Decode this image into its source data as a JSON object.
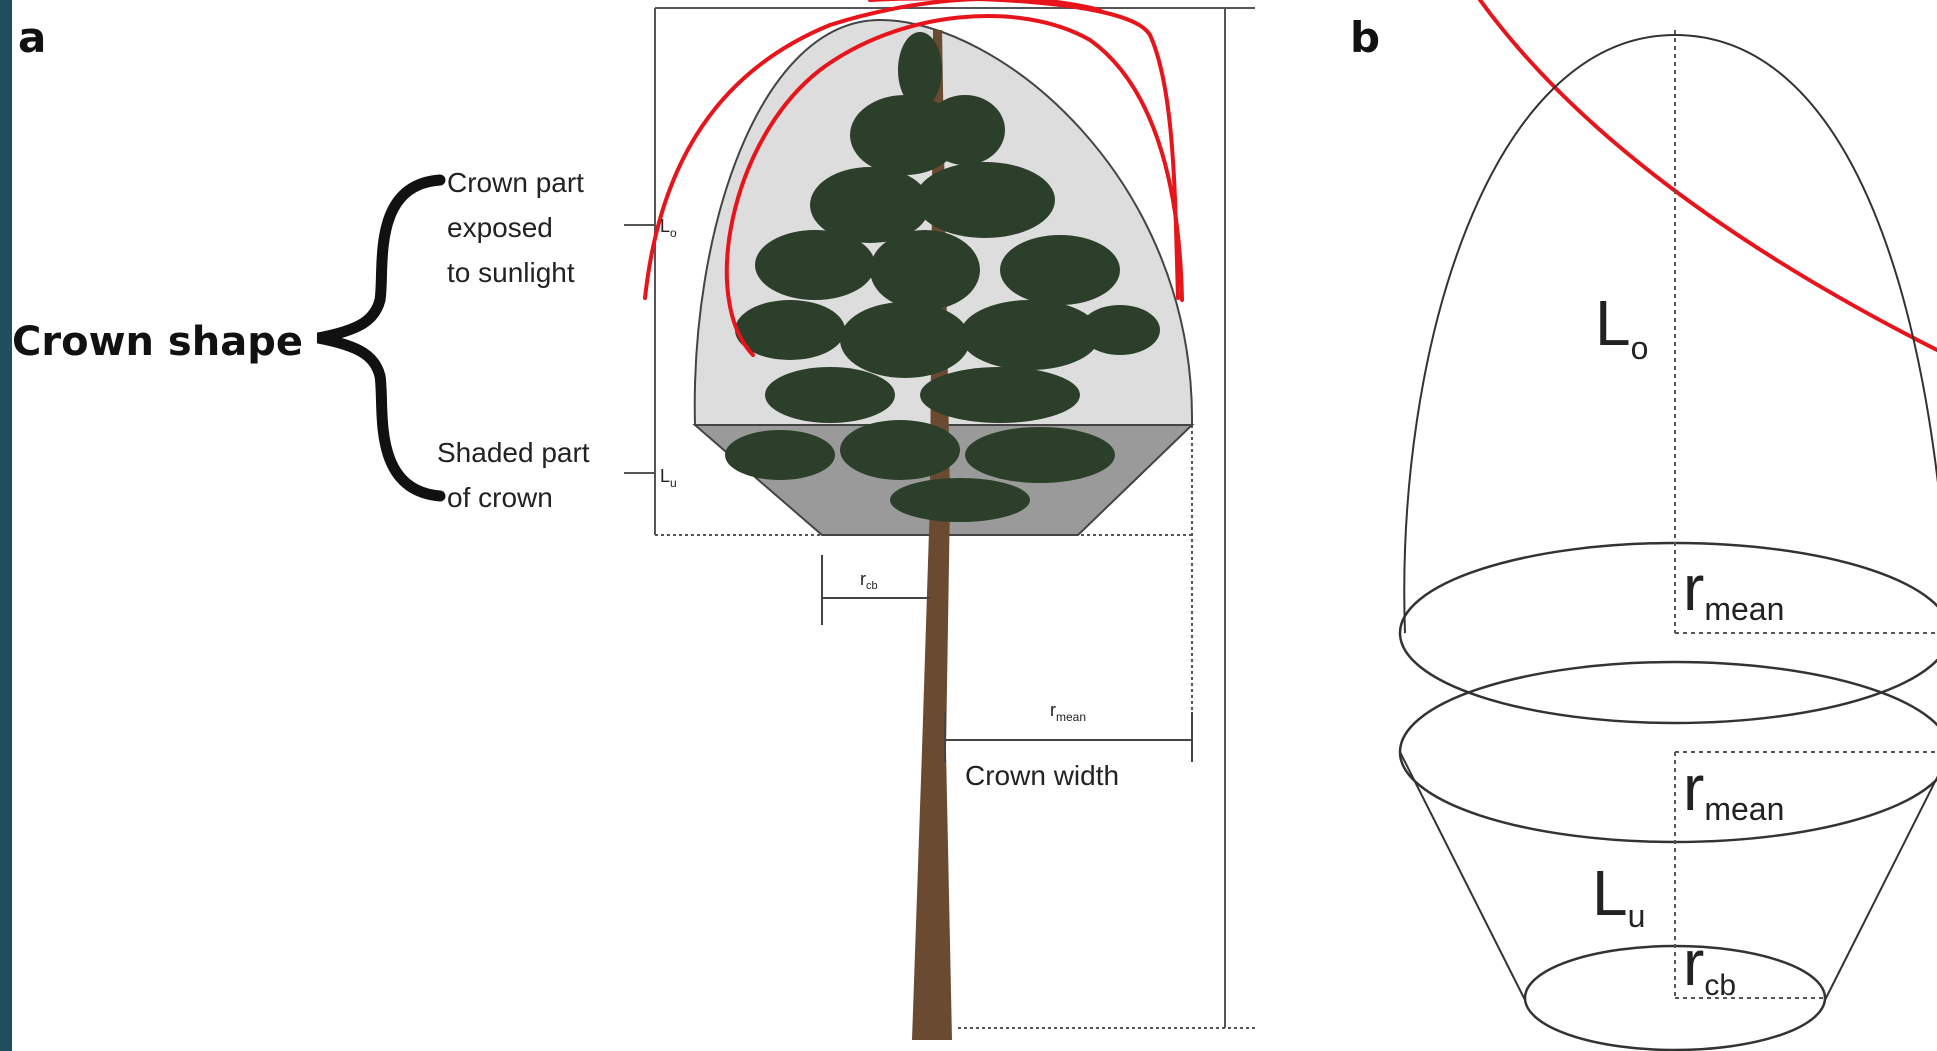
{
  "panel_a": {
    "letter": "a",
    "crown_shape": "Crown shape",
    "exposed_line1": "Crown part",
    "exposed_line2": "exposed",
    "exposed_line3": "to sunlight",
    "shaded_line1": "Shaded part",
    "shaded_line2": "of crown",
    "lo": "L",
    "lo_sub": "o",
    "lu": "L",
    "lu_sub": "u",
    "rcb": "r",
    "rcb_sub": "cb",
    "rmean": "r",
    "rmean_sub": "mean",
    "crown_width": "Crown width"
  },
  "panel_b": {
    "letter": "b",
    "lo": "L",
    "lo_sub": "o",
    "rmean_upper": "r",
    "rmean_upper_sub": "mean",
    "rmean_lower": "r",
    "rmean_lower_sub": "mean",
    "lu": "L",
    "lu_sub": "u",
    "rcb": "r",
    "rcb_sub": "cb"
  },
  "colors": {
    "frame": "#1f4e5c",
    "annotation": "#e8141b",
    "exposed_fill": "#dddddd",
    "shaded_fill": "#9a9a9a",
    "foliage": "#2b3f2a",
    "trunk": "#6b4a32"
  }
}
